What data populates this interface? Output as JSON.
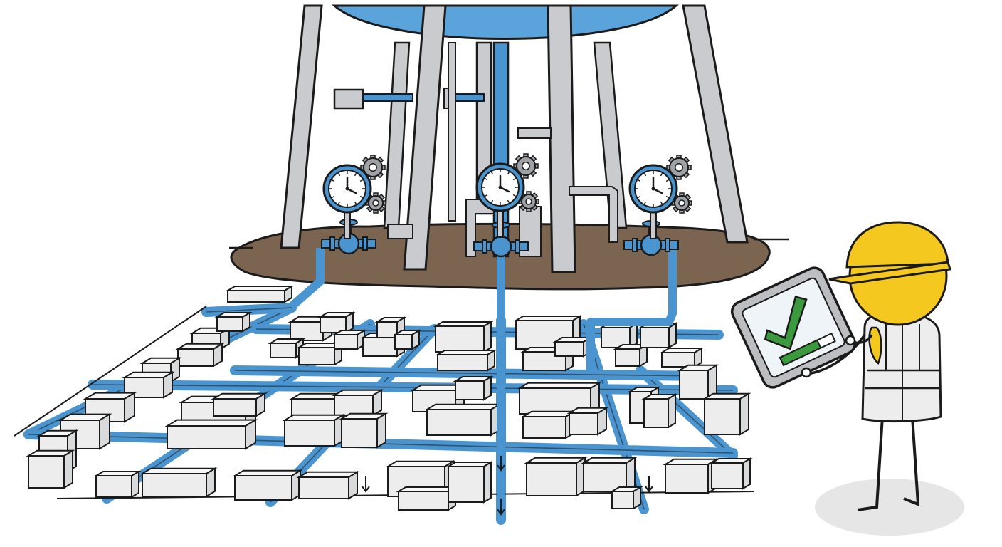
{
  "scene": {
    "subject": "water-tower-distribution-to-city",
    "icons": [
      "water-tower-tank-icon",
      "pressure-gauge-icon",
      "gear-icon",
      "valve-icon",
      "water-pipe-icon",
      "flow-arrow-icon",
      "city-block-icon",
      "inspector-icon",
      "hard-hat-icon",
      "tablet-icon",
      "checkmark-icon",
      "progress-bar-icon"
    ],
    "gauge_count": 3,
    "flow_arrow_count": 4,
    "tablet_progress": 0.72
  },
  "colors": {
    "outline": "#1b1b1b",
    "water_blue": "#4a94d0",
    "tank_blue": "#5aa3db",
    "steel_gray": "#c9cbce",
    "steel_dark": "#9ea1a6",
    "building_light": "#ededee",
    "building_mid": "#d9dadc",
    "ground_brown": "#7b6551",
    "hard_hat_yellow": "#f4c81f",
    "check_green": "#3a9a3d",
    "tablet_screen": "#eef4f8",
    "shadow": "#e6e6e6"
  }
}
